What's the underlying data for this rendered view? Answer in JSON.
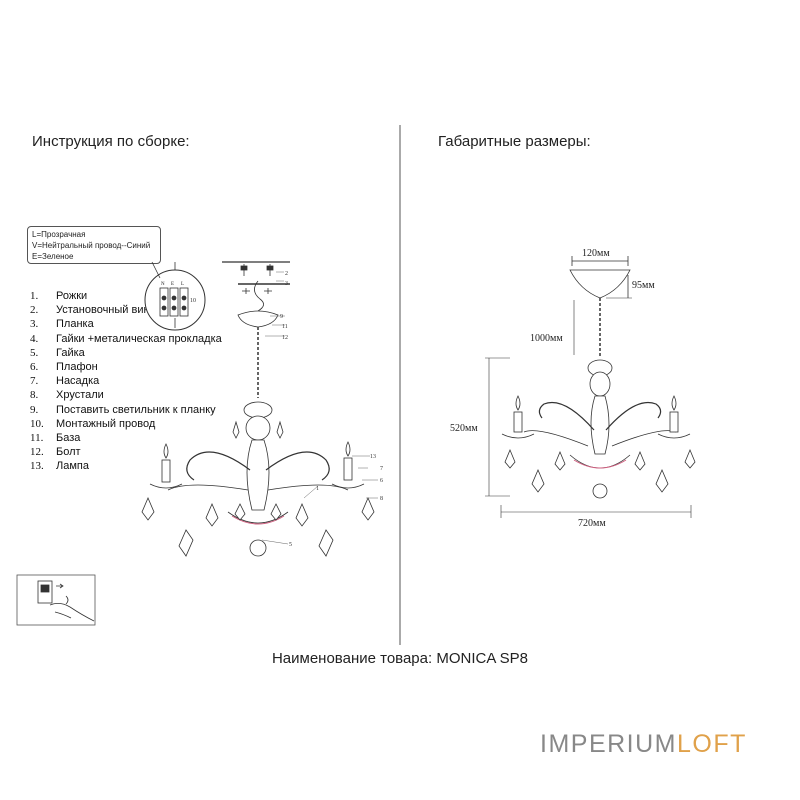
{
  "headings": {
    "assembly": "Инструкция по сборке:",
    "dimensions": "Габаритные размеры:"
  },
  "wiring_legend": {
    "lines": [
      "L=Прозрачная",
      "V=Нейтральный провод--Синий",
      "E=Зеленое"
    ],
    "terminal_labels": [
      "N",
      "E",
      "L"
    ]
  },
  "parts": [
    {
      "num": "1.",
      "name": "Рожки"
    },
    {
      "num": "2.",
      "name": "Установочный винт"
    },
    {
      "num": "3.",
      "name": "Планка"
    },
    {
      "num": "4.",
      "name": "Гайки +металическая прокладка"
    },
    {
      "num": "5.",
      "name": "Гайка"
    },
    {
      "num": "6.",
      "name": "Плафон"
    },
    {
      "num": "7.",
      "name": "Насадка"
    },
    {
      "num": "8.",
      "name": "Хрустали"
    },
    {
      "num": "9.",
      "name": "Поставить светильник к планку"
    },
    {
      "num": "10.",
      "name": "Монтажный провод"
    },
    {
      "num": "11.",
      "name": "База"
    },
    {
      "num": "12.",
      "name": "Болт"
    },
    {
      "num": "13.",
      "name": "Лампа"
    }
  ],
  "callouts": {
    "c2": "2",
    "c3": "3",
    "c9": "9",
    "c10": "10",
    "c11": "11",
    "c12": "12",
    "c13": "13",
    "c7": "7",
    "c6": "6",
    "c8": "8",
    "c1": "1",
    "c5": "5"
  },
  "dimensions": {
    "canopy_width": "120мм",
    "canopy_height": "95мм",
    "chain_length": "1000мм",
    "body_height": "520мм",
    "width": "720мм"
  },
  "product_name": "Наименование товара: MONICA SP8",
  "brand": {
    "part1": "IMPERIUM",
    "part2": "LOFT"
  },
  "colors": {
    "brand_gray": "#888888",
    "brand_orange": "#e0a14a",
    "accent_pink": "#d06080"
  }
}
